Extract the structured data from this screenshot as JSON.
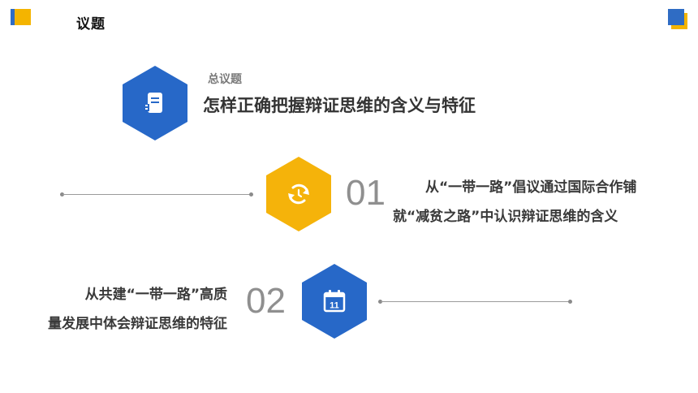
{
  "header": {
    "title": "议题"
  },
  "topic": {
    "label": "总议题",
    "question": "怎样正确把握辩证思维的含义与特征",
    "icon": "document-icon"
  },
  "items": [
    {
      "number": "01",
      "line1": "从“一带一路”倡议通过国际合作铺",
      "line2": "就“减贫之路”中认识辩证思维的含义",
      "icon": "refresh-icon",
      "color": "#f5b30a"
    },
    {
      "number": "02",
      "line1": "从共建“一带一路”高质",
      "line2": "量发展中体会辩证思维的特征",
      "icon": "calendar-icon",
      "icon_text": "11",
      "color": "#2768c8"
    }
  ],
  "colors": {
    "blue": "#2768c8",
    "yellow": "#f5b30a"
  }
}
